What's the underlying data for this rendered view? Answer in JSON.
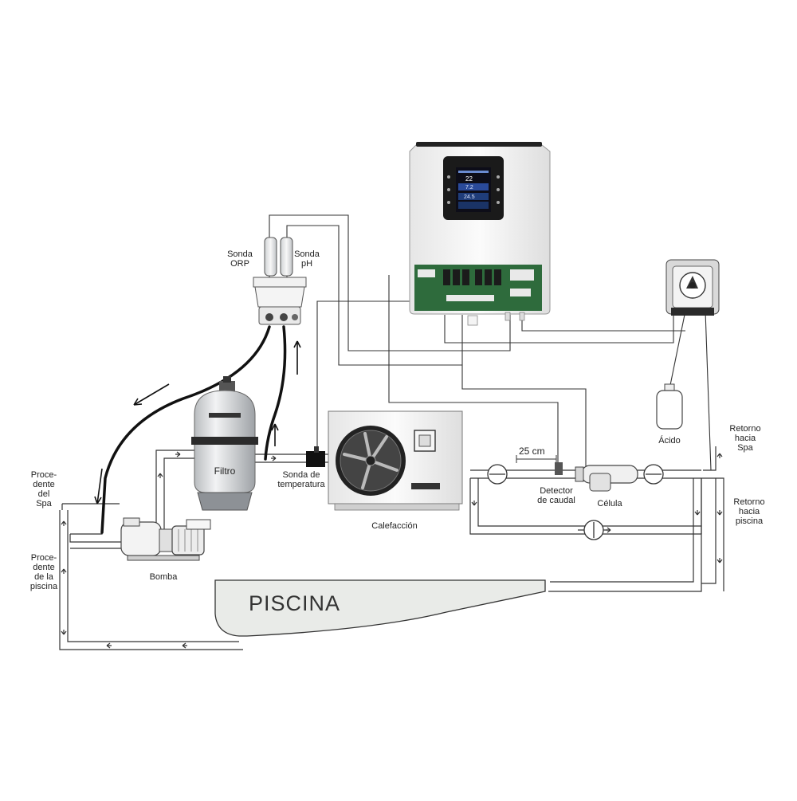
{
  "labels": {
    "sonda_orp": [
      "Sonda",
      "ORP"
    ],
    "sonda_ph": [
      "Sonda",
      "pH"
    ],
    "filtro": "Filtro",
    "sonda_temp": [
      "Sonda de",
      "temperatura"
    ],
    "calefaccion": "Calefacción",
    "distancia": "25 cm",
    "detector": [
      "Detector",
      "de caudal"
    ],
    "celula": "Célula",
    "acido": "Ácido",
    "retorno_spa": [
      "Retorno",
      "hacia",
      "Spa"
    ],
    "retorno_piscina": [
      "Retorno",
      "hacia",
      "piscina"
    ],
    "procedente_spa": [
      "Proce-",
      "dente",
      "del",
      "Spa"
    ],
    "procedente_piscina": [
      "Proce-",
      "dente",
      "de la",
      "piscina"
    ],
    "bomba": "Bomba",
    "piscina": "PISCINA"
  },
  "display": {
    "reading_1": "22",
    "reading_2": "7.2",
    "reading_3": "24.5"
  },
  "colors": {
    "line": "#333333",
    "hose": "#111111",
    "device_body": "#f4f4f4",
    "pool": "#e9ebe8",
    "pcb": "#2e6b3c"
  }
}
